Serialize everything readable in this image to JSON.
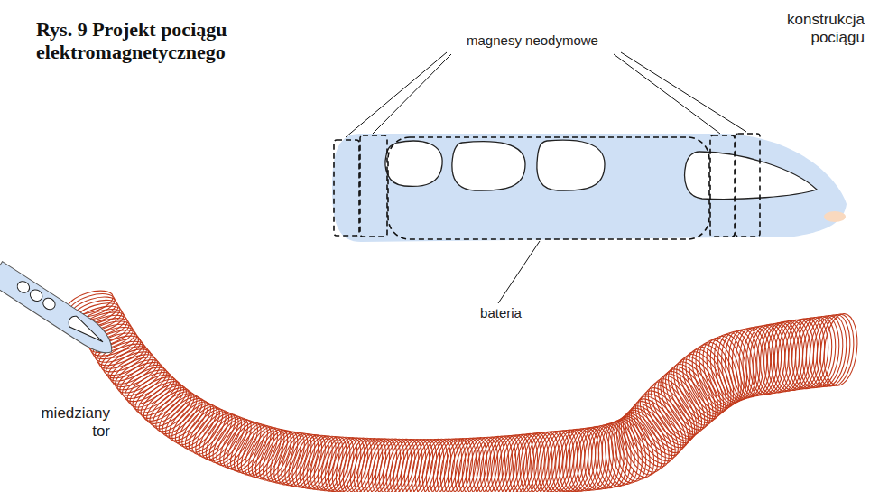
{
  "diagram": {
    "title": "Rys. 9 Projekt pociągu elektromagnetycznego",
    "labels": [
      "konstrukcja pociągu",
      "magnesy neodymowe",
      "bateria",
      "miedziany tor"
    ]
  }
}
